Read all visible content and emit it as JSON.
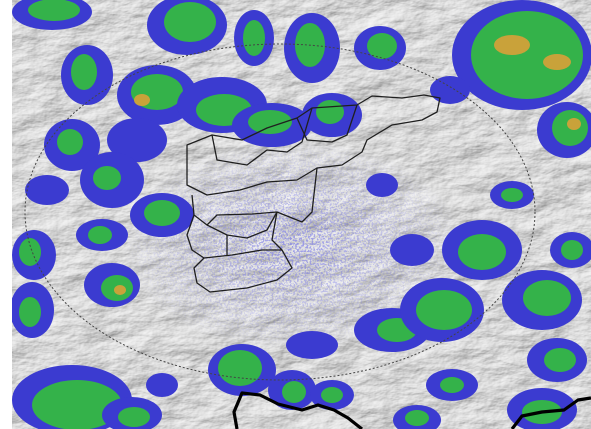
{
  "map": {
    "kind": "weather-radar-reflectivity",
    "terrain": "shaded-relief",
    "range_ring": "dashed-circle",
    "colors": {
      "terrain_base": "#c9c9c9",
      "terrain_highlight": "#eeeeee",
      "terrain_shadow": "#9a9a9a",
      "echo_weak": "#3b3bd0",
      "echo_moderate": "#34b24a",
      "echo_strong": "#c9a23a",
      "boundary": "#1f1f1f",
      "border_thick": "#000000",
      "ring": "#444444"
    }
  }
}
